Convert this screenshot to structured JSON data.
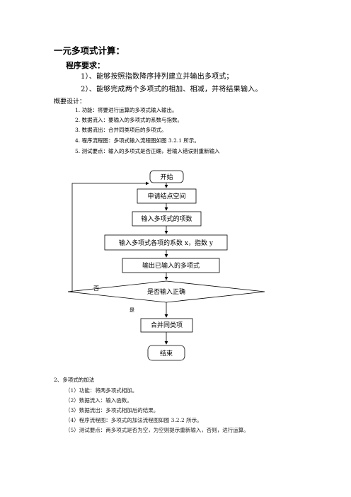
{
  "doc": {
    "title": "一元多项式计算：",
    "req_heading": "程序要求：",
    "requirements": [
      "1）、能够按照指数降序排列建立并输出多项式；",
      "2）、能够完成两个多项式的相加、相减，并将结果输入。"
    ],
    "overview_heading": "概要设计：",
    "overview_items": [
      "1. 功能：将要进行运算的多项式输入输出。",
      "2. 数据流入：要输入的多项式的系数与指数。",
      "3. 数据流出：合并同类项后的多项式。",
      "4. 程序流程图：多项式输入流程图如图 3.2.1 所示。",
      "5. 测试要点：输入的多项式是否正确，若输入错误则重新输入"
    ]
  },
  "flowchart": {
    "start": "开始",
    "alloc": "申请结点空间",
    "input_count": "输入多项式的项数",
    "input_terms": "输入多项式各项的系数 x，指数 y",
    "output": "输出已输入的多项式",
    "decision": "是否输入正确",
    "no_label": "否",
    "yes_label": "是",
    "merge": "合并同类项",
    "end": "结束"
  },
  "section2": {
    "heading": "2、多项式的加法",
    "items": [
      "（1）功能：将两多项式相加。",
      "（2）数据流入：输入函数。",
      "（3）数据流出：多项式相加后的结果。",
      "（4）程序流程图：多项式的加法流程图如图 3.2.2 所示。",
      "（5）测试要点：两多项式是否为空，为空则提示重新输入，否则，进行运算。"
    ]
  }
}
